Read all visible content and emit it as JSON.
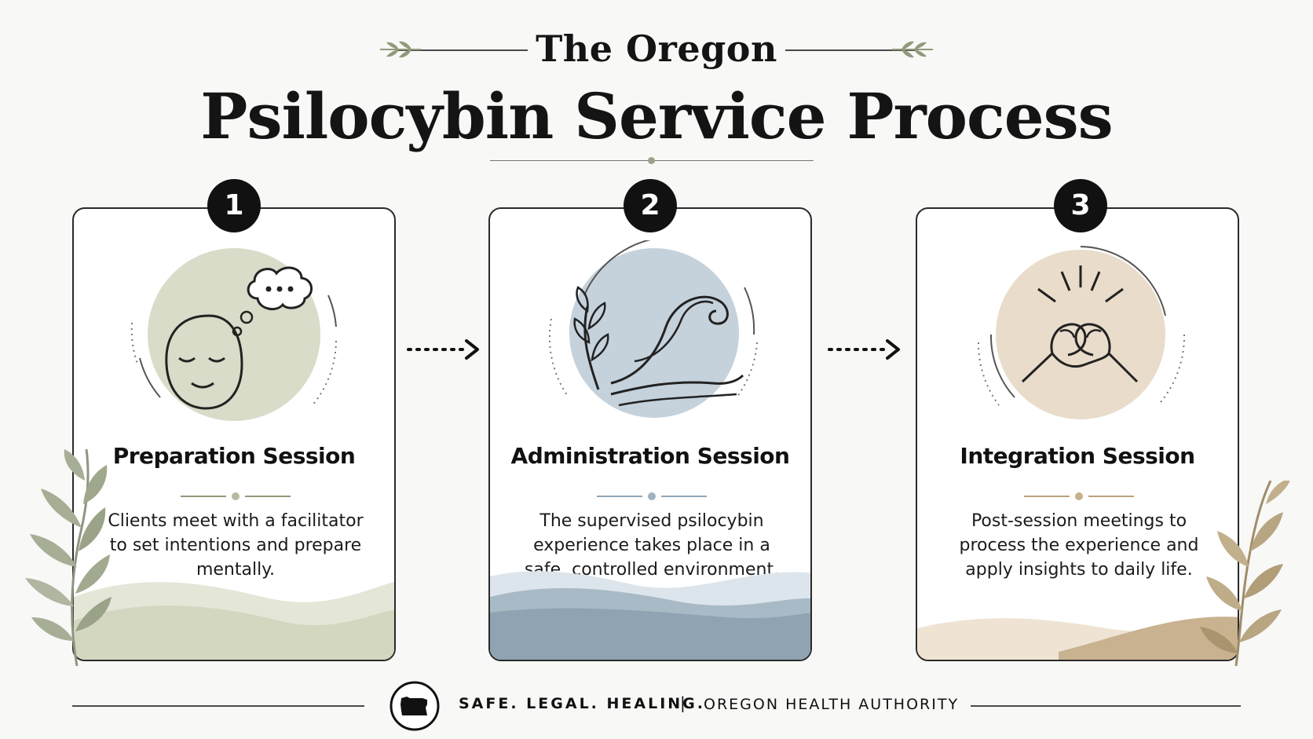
{
  "header": {
    "kicker": "The Oregon",
    "title": "Psilocybin Service Process"
  },
  "steps": [
    {
      "number": "1",
      "title": "Preparation Session",
      "description": "Clients meet with a facilitator to set intentions and prepare mentally.",
      "icon": "thinking-face-icon",
      "color": "#d8dcc8"
    },
    {
      "number": "2",
      "title": "Administration Session",
      "description": "The supervised psilocybin experience takes place in a safe, controlled environment.",
      "icon": "wave-plant-icon",
      "color": "#c5d2dc"
    },
    {
      "number": "3",
      "title": "Integration Session",
      "description": "Post-session meetings to process the experience and apply insights to daily life.",
      "icon": "clasped-hands-icon",
      "color": "#e9dccb"
    }
  ],
  "footer": {
    "tagline": "SAFE. LEGAL. HEALING.",
    "separator": "|",
    "organization": "OREGON HEALTH AUTHORITY",
    "logo_icon": "oregon-state-icon"
  },
  "colors": {
    "sage": "#8f9a7a",
    "blue": "#8fa6b8",
    "tan": "#b9a27c",
    "ink": "#111111"
  }
}
